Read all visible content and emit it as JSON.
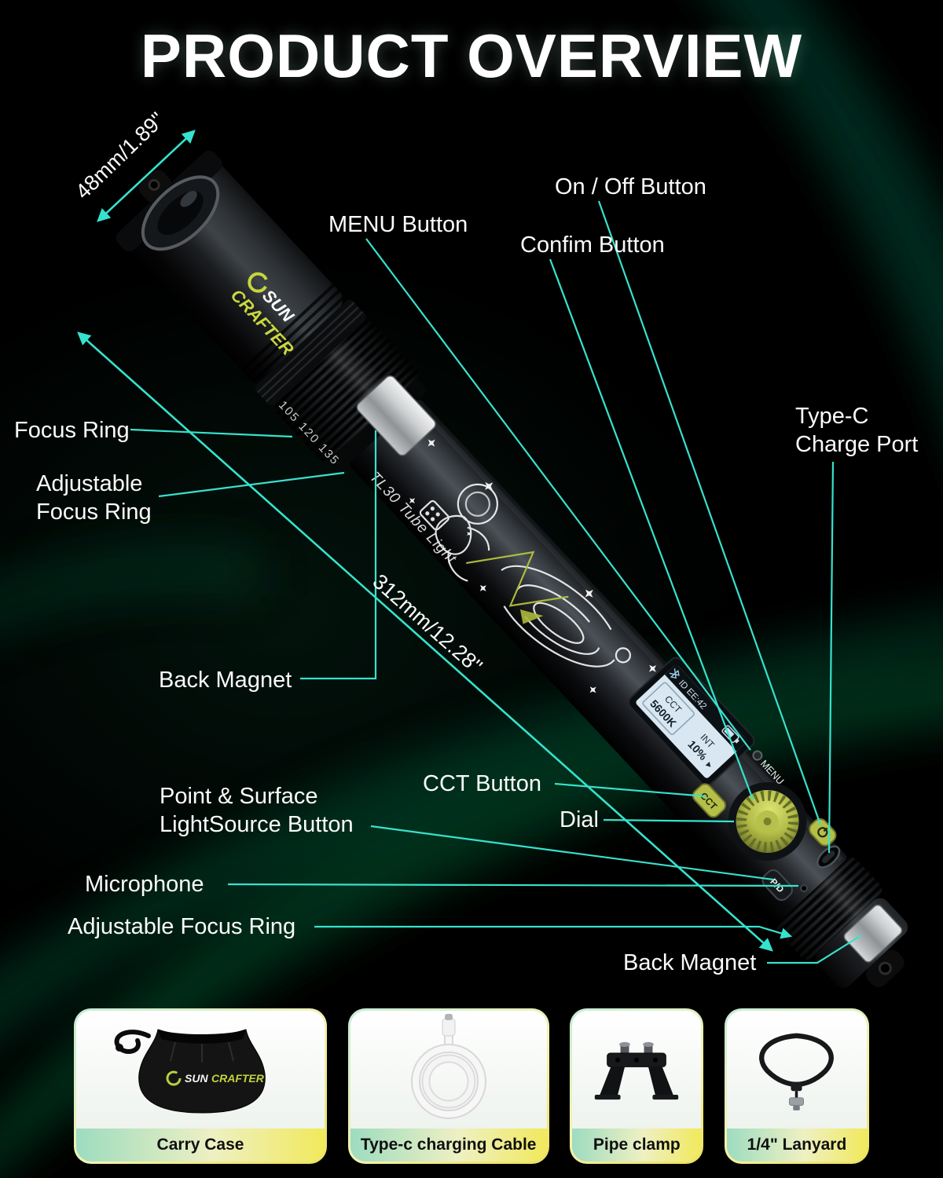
{
  "page": {
    "title": "PRODUCT OVERVIEW"
  },
  "callouts": {
    "diameter": "48mm/1.89\"",
    "length": "312mm/12.28\"",
    "menu": "MENU Button",
    "on_off": "On / Off Button",
    "confirm": "Confim Button",
    "type_c": "Type-C\nCharge Port",
    "focus_ring": "Focus Ring",
    "adjustable_focus_ring": "Adjustable\nFocus Ring",
    "back_magnet_top": "Back Magnet",
    "cct": "CCT Button",
    "point_surface": "Point & Surface\nLightSource Button",
    "dial": "Dial",
    "microphone": "Microphone",
    "adjustable_focus_ring_bottom": "Adjustable Focus Ring",
    "back_magnet_bottom": "Back Magnet"
  },
  "device": {
    "brand_sun": "SUN",
    "brand_crafter": "CRAFTER",
    "model": "TL30 Tube Light",
    "ring_marks": "105 120 135",
    "menu_label": "MENU",
    "cct_btn": "CCT",
    "pd_btn": "P/D",
    "screen": {
      "id": "ID EE:42",
      "cct_label": "CCT",
      "cct_value": "5600K",
      "mode_label": "INT",
      "mode_value": "10%"
    }
  },
  "accessories": [
    {
      "label": "Carry Case"
    },
    {
      "label": "Type-c charging Cable"
    },
    {
      "label": "Pipe clamp"
    },
    {
      "label": "1/4\" Lanyard"
    }
  ],
  "colors": {
    "accent": "#36e2cd",
    "brand_green": "#c9d83f"
  }
}
